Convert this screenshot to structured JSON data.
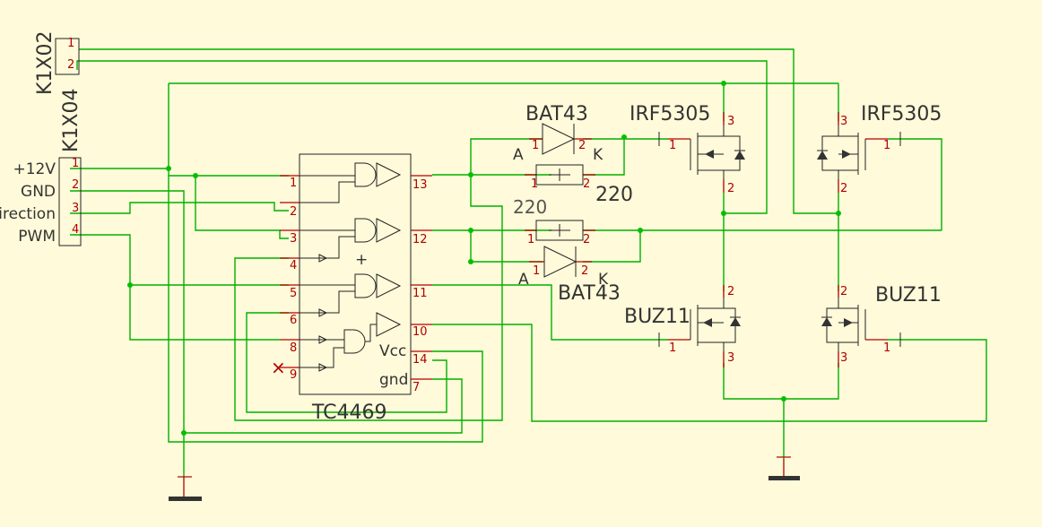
{
  "connectors": {
    "k1x02": {
      "name": "K1X02",
      "pins": [
        "1",
        "2"
      ]
    },
    "k1x04": {
      "name": "K1X04",
      "pins": [
        "1",
        "2",
        "3",
        "4"
      ],
      "signals": [
        "+12V",
        "GND",
        "Direction",
        "PWM"
      ]
    }
  },
  "driver_ic": {
    "name": "TC4469",
    "left_pins": [
      "1",
      "2",
      "3",
      "4",
      "5",
      "6",
      "8",
      "9"
    ],
    "right_pins": [
      "13",
      "12",
      "11",
      "10",
      "14",
      "7"
    ],
    "vcc_label": "Vcc",
    "gnd_label": "gnd",
    "cross_mark": "×",
    "plus_mark": "+"
  },
  "diodes": [
    {
      "name": "BAT43",
      "anode": "A",
      "cathode": "K",
      "pin1": "1",
      "pin2": "2"
    },
    {
      "name": "BAT43",
      "anode": "A",
      "cathode": "K",
      "pin1": "1",
      "pin2": "2"
    }
  ],
  "resistors": [
    {
      "value": "220",
      "pin1": "1",
      "pin2": "2"
    },
    {
      "value": "220",
      "pin1": "1",
      "pin2": "2"
    }
  ],
  "mosfets": {
    "p_left": {
      "name": "IRF5305",
      "gate": "1",
      "source": "3",
      "drain": "2"
    },
    "p_right": {
      "name": "IRF5305",
      "gate": "1",
      "source": "3",
      "drain": "2"
    },
    "n_left": {
      "name": "BUZ11",
      "gate": "1",
      "drain": "2",
      "source": "3"
    },
    "n_right": {
      "name": "BUZ11",
      "gate": "1",
      "drain": "2",
      "source": "3"
    }
  }
}
